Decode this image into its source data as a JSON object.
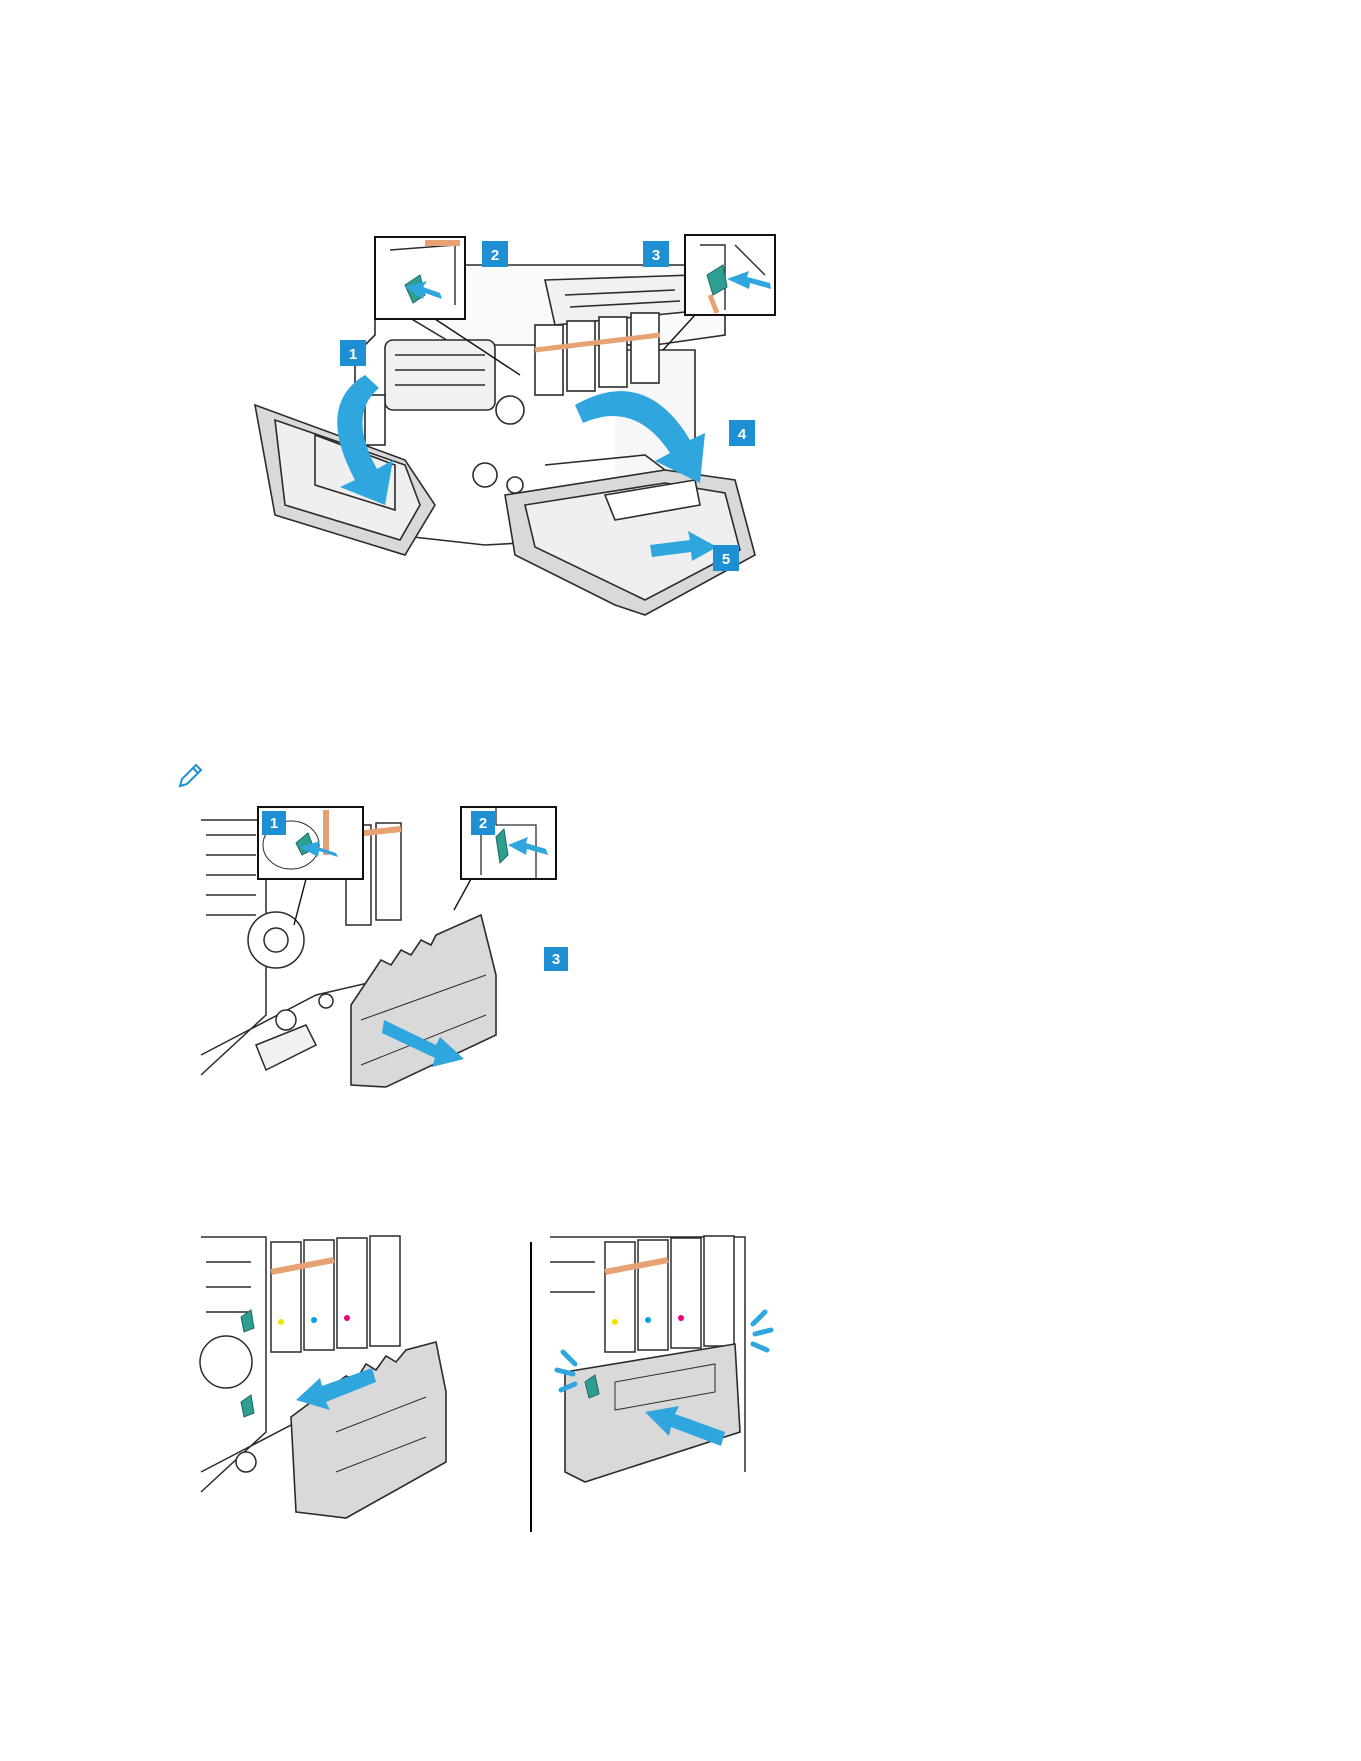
{
  "colors": {
    "callout": "#1E8FD2",
    "arrow": "#2FA6DE",
    "arrow_dark": "#1580BF",
    "latch": "#2E9E92",
    "orange": "#E7A273",
    "line": "#2b2b2b",
    "grey_fill": "#d9d9d9",
    "light_fill": "#f1f1f1",
    "yellow": "#F2E200",
    "magenta": "#E6007E",
    "cyan": "#00A3E0"
  },
  "icons": {
    "note": "pencil-note-icon"
  },
  "figure_top": {
    "callouts": [
      "1",
      "2",
      "3",
      "4",
      "5"
    ]
  },
  "figure_mid": {
    "callouts": [
      "1",
      "2",
      "3"
    ]
  },
  "figure_bottom": {
    "panels": [
      "insert-waste-bottle",
      "push-into-place"
    ]
  }
}
